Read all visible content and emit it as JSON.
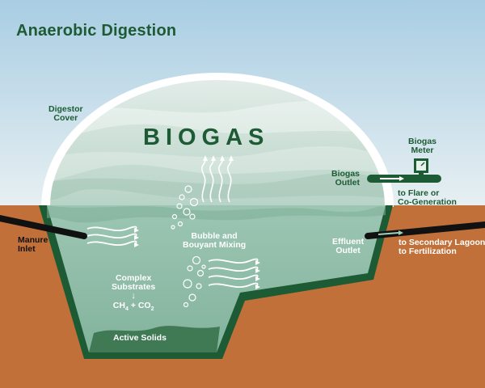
{
  "title": "Anaerobic Digestion",
  "gas_label": "BIOGAS",
  "labels": {
    "digestor_cover": [
      "Digestor",
      "Cover"
    ],
    "biogas_meter": [
      "Biogas",
      "Meter"
    ],
    "biogas_outlet": [
      "Biogas",
      "Outlet"
    ],
    "to_flare": "to Flare or",
    "co_generation": "Co-Generation",
    "manure_inlet": [
      "Manure",
      "Inlet"
    ],
    "bubble_mixing": [
      "Bubble and",
      "Bouyant Mixing"
    ],
    "effluent_outlet": [
      "Effluent",
      "Outlet"
    ],
    "secondary_lagoon": "to Secondary Lagoon",
    "fertilization": "to Fertilization",
    "complex_substrates": [
      "Complex",
      "Substrates"
    ],
    "arrow_down": "↓",
    "ch4": "CH",
    "ch4_sub": "4",
    "plus": " + CO",
    "co2_sub": "2",
    "active_solids": "Active Solids"
  },
  "colors": {
    "sky_top": "#a9cde3",
    "sky_bottom": "#e6eff2",
    "soil": "#c1703a",
    "liquid": "#8fbca8",
    "wall": "#1d5b34",
    "text_green": "#1d5b34"
  },
  "icons": [
    "gas-meter-icon",
    "rising-gas-arrows-icon",
    "mixing-arrows-icon",
    "bubble-icon"
  ]
}
